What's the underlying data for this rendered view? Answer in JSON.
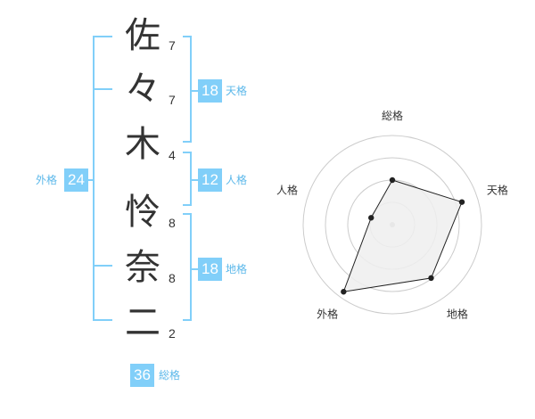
{
  "name_chars": [
    {
      "char": "佐",
      "strokes": "7"
    },
    {
      "char": "々",
      "strokes": "7"
    },
    {
      "char": "木",
      "strokes": "4"
    },
    {
      "char": "怜",
      "strokes": "8"
    },
    {
      "char": "奈",
      "strokes": "8"
    },
    {
      "char": "二",
      "strokes": "2"
    }
  ],
  "kakusu": {
    "tenkaku": {
      "label": "天格",
      "value": "18"
    },
    "jinkaku": {
      "label": "人格",
      "value": "12"
    },
    "chikaku": {
      "label": "地格",
      "value": "18"
    },
    "gaikaku": {
      "label": "外格",
      "value": "24"
    },
    "soukaku": {
      "label": "総格",
      "value": "36"
    }
  },
  "colors": {
    "accent": "#81cff9",
    "accent_text": "#5cb8ea",
    "text": "#333333",
    "grid": "#cccccc",
    "fill": "#eeeeee"
  },
  "chart_data": {
    "type": "radar",
    "axes": [
      "総格",
      "天格",
      "地格",
      "外格",
      "人格"
    ],
    "values": [
      0.5,
      0.82,
      0.74,
      0.93,
      0.25
    ],
    "rings": 4
  }
}
